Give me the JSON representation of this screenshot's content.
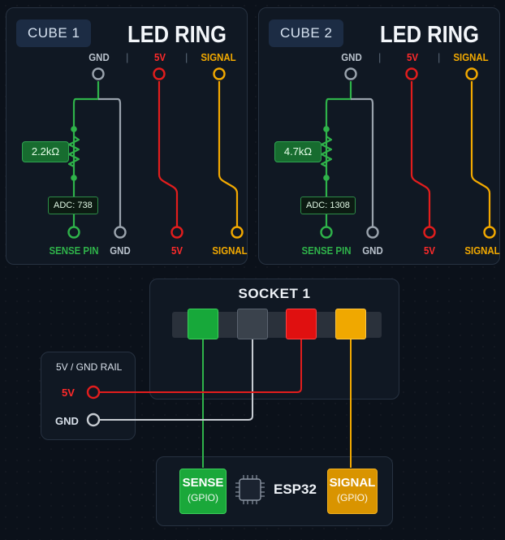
{
  "cubes": [
    {
      "badge": "CUBE 1",
      "title": "LED RING",
      "top_labels": {
        "gnd": "GND",
        "v5": "5V",
        "signal": "SIGNAL"
      },
      "bottom_labels": {
        "sense": "SENSE PIN",
        "gnd": "GND",
        "v5": "5V",
        "signal": "SIGNAL"
      },
      "resistor": "2.2kΩ",
      "adc": "ADC: 738"
    },
    {
      "badge": "CUBE 2",
      "title": "LED RING",
      "top_labels": {
        "gnd": "GND",
        "v5": "5V",
        "signal": "SIGNAL"
      },
      "bottom_labels": {
        "sense": "SENSE PIN",
        "gnd": "GND",
        "v5": "5V",
        "signal": "SIGNAL"
      },
      "resistor": "4.7kΩ",
      "adc": "ADC: 1308"
    }
  ],
  "separator": "|",
  "socket": {
    "title": "SOCKET 1"
  },
  "rail": {
    "title": "5V / GND RAIL",
    "v5": "5V",
    "gnd": "GND"
  },
  "esp": {
    "title": "ESP32",
    "sense": {
      "main": "SENSE",
      "sub": "(GPIO)"
    },
    "signal": {
      "main": "SIGNAL",
      "sub": "(GPIO)"
    }
  },
  "colors": {
    "green": "#2fb34a",
    "gray": "#9aa3ad",
    "red": "#e21d1d",
    "yellow": "#f2a900",
    "panel": "#101823",
    "background": "#0b111a"
  }
}
